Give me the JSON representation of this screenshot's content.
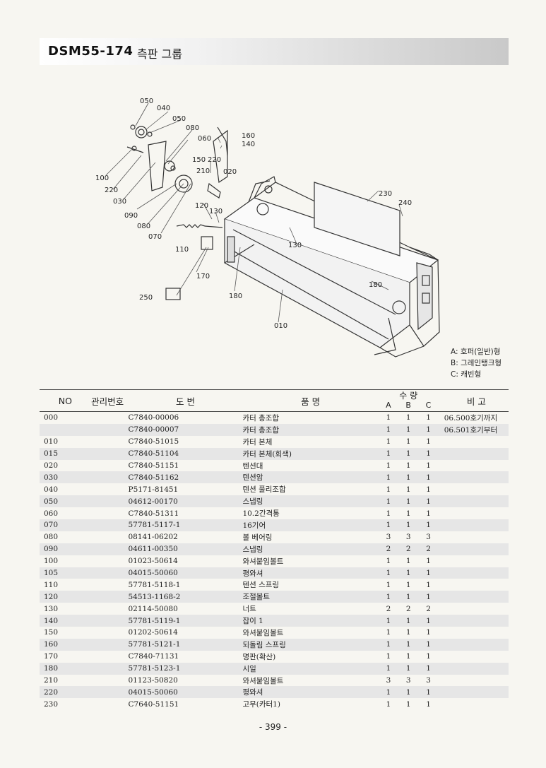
{
  "header": {
    "code": "DSM55-174",
    "title": "측판 그룹"
  },
  "diagram": {
    "callouts": [
      "050",
      "040",
      "050",
      "080",
      "060",
      "160",
      "140",
      "150",
      "220",
      "020",
      "210",
      "100",
      "220",
      "030",
      "090",
      "080",
      "070",
      "120",
      "130",
      "110",
      "130",
      "230",
      "240",
      "170",
      "250",
      "180",
      "180",
      "010"
    ]
  },
  "legend": [
    "A: 호퍼(일반)형",
    "B: 그레인탱크형",
    "C: 캐빈형"
  ],
  "table": {
    "headers": {
      "no": "NO",
      "mgmt": "관리번호",
      "drawing": "도 번",
      "name": "품 명",
      "qty": "수 량",
      "qty_a": "A",
      "qty_b": "B",
      "qty_c": "C",
      "remark": "비 고"
    },
    "rows": [
      {
        "no": "000",
        "drawing": "C7840-00006",
        "name": "카터 총조합",
        "a": "1",
        "b": "1",
        "c": "1",
        "remark": "06.500호기까지"
      },
      {
        "no": "",
        "drawing": "C7840-00007",
        "name": "카터 총조합",
        "a": "1",
        "b": "1",
        "c": "1",
        "remark": "06.501호기부터"
      },
      {
        "no": "010",
        "drawing": "C7840-51015",
        "name": "카터 본체",
        "a": "1",
        "b": "1",
        "c": "1",
        "remark": ""
      },
      {
        "no": "015",
        "drawing": "C7840-51104",
        "name": "카터 본체(회색)",
        "a": "1",
        "b": "1",
        "c": "1",
        "remark": ""
      },
      {
        "no": "020",
        "drawing": "C7840-51151",
        "name": "텐션대",
        "a": "1",
        "b": "1",
        "c": "1",
        "remark": ""
      },
      {
        "no": "030",
        "drawing": "C7840-51162",
        "name": "텐션암",
        "a": "1",
        "b": "1",
        "c": "1",
        "remark": ""
      },
      {
        "no": "040",
        "drawing": "P5171-81451",
        "name": "텐션 풀리조합",
        "a": "1",
        "b": "1",
        "c": "1",
        "remark": ""
      },
      {
        "no": "050",
        "drawing": "04612-00170",
        "name": "스냅링",
        "a": "1",
        "b": "1",
        "c": "1",
        "remark": ""
      },
      {
        "no": "060",
        "drawing": "C7840-51311",
        "name": "10.2간격통",
        "a": "1",
        "b": "1",
        "c": "1",
        "remark": ""
      },
      {
        "no": "070",
        "drawing": "57781-5117-1",
        "name": "16기어",
        "a": "1",
        "b": "1",
        "c": "1",
        "remark": ""
      },
      {
        "no": "080",
        "drawing": "08141-06202",
        "name": "볼 베어링",
        "a": "3",
        "b": "3",
        "c": "3",
        "remark": ""
      },
      {
        "no": "090",
        "drawing": "04611-00350",
        "name": "스냅링",
        "a": "2",
        "b": "2",
        "c": "2",
        "remark": ""
      },
      {
        "no": "100",
        "drawing": "01023-50614",
        "name": "와셔붙임볼트",
        "a": "1",
        "b": "1",
        "c": "1",
        "remark": ""
      },
      {
        "no": "105",
        "drawing": "04015-50060",
        "name": "평와셔",
        "a": "1",
        "b": "1",
        "c": "1",
        "remark": ""
      },
      {
        "no": "110",
        "drawing": "57781-5118-1",
        "name": "텐션 스프링",
        "a": "1",
        "b": "1",
        "c": "1",
        "remark": ""
      },
      {
        "no": "120",
        "drawing": "54513-1168-2",
        "name": "조절볼트",
        "a": "1",
        "b": "1",
        "c": "1",
        "remark": ""
      },
      {
        "no": "130",
        "drawing": "02114-50080",
        "name": "너트",
        "a": "2",
        "b": "2",
        "c": "2",
        "remark": ""
      },
      {
        "no": "140",
        "drawing": "57781-5119-1",
        "name": "잡이 1",
        "a": "1",
        "b": "1",
        "c": "1",
        "remark": ""
      },
      {
        "no": "150",
        "drawing": "01202-50614",
        "name": "와셔붙임볼트",
        "a": "1",
        "b": "1",
        "c": "1",
        "remark": ""
      },
      {
        "no": "160",
        "drawing": "57781-5121-1",
        "name": "되돌림 스프링",
        "a": "1",
        "b": "1",
        "c": "1",
        "remark": ""
      },
      {
        "no": "170",
        "drawing": "C7840-71131",
        "name": "명판(확산)",
        "a": "1",
        "b": "1",
        "c": "1",
        "remark": ""
      },
      {
        "no": "180",
        "drawing": "57781-5123-1",
        "name": "시일",
        "a": "1",
        "b": "1",
        "c": "1",
        "remark": ""
      },
      {
        "no": "210",
        "drawing": "01123-50820",
        "name": "와셔붙임볼트",
        "a": "3",
        "b": "3",
        "c": "3",
        "remark": ""
      },
      {
        "no": "220",
        "drawing": "04015-50060",
        "name": "평와셔",
        "a": "1",
        "b": "1",
        "c": "1",
        "remark": ""
      },
      {
        "no": "230",
        "drawing": "C7640-51151",
        "name": "고무(카터1)",
        "a": "1",
        "b": "1",
        "c": "1",
        "remark": ""
      }
    ]
  },
  "page_number": "- 399 -"
}
